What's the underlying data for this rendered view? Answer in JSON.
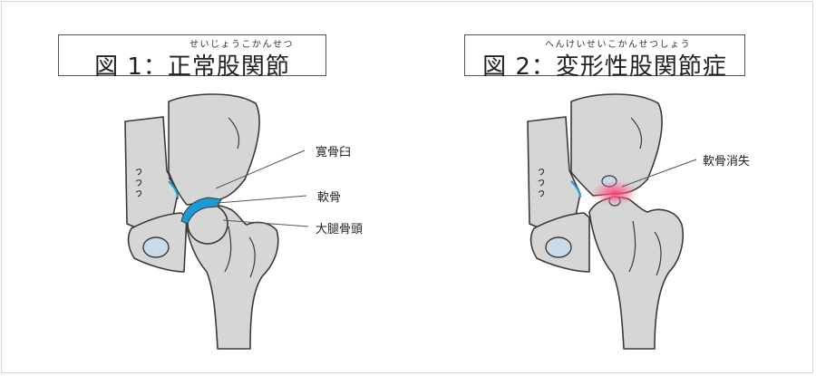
{
  "figure1": {
    "ruby": "せいじょうこかんせつ",
    "title": "図 1：正常股関節",
    "labels": {
      "acetabulum": "寛骨臼",
      "cartilage": "軟骨",
      "femoral_head": "大腿骨頭"
    }
  },
  "figure2": {
    "ruby": "へんけいせいこかんせつしょう",
    "title": "図 2：変形性股関節症",
    "labels": {
      "cartilage_loss": "軟骨消失"
    }
  },
  "colors": {
    "bone": "#d6d6d6",
    "outline": "#3a3a3a",
    "cartilage": "#1b9ad6",
    "lesion": "#ff3d6e",
    "foramen": "#c9dbe9"
  }
}
